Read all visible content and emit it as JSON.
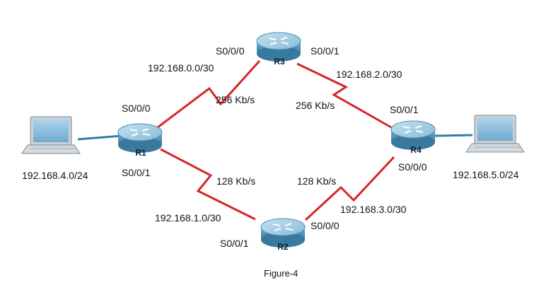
{
  "colors": {
    "wan_link": "#d6262b",
    "lan_link": "#2f7fa6",
    "router_body": "#5d9cc0",
    "router_top": "#9fcbe2",
    "laptop_screen": "#7fb6da"
  },
  "routers": {
    "r1": {
      "name": "R1"
    },
    "r2": {
      "name": "R2"
    },
    "r3": {
      "name": "R3"
    },
    "r4": {
      "name": "R4"
    }
  },
  "interfaces": {
    "r3_s000": "S0/0/0",
    "r3_s001": "S0/0/1",
    "r1_s000": "S0/0/0",
    "r1_s001": "S0/0/1",
    "r4_s001": "S0/0/1",
    "r4_s000": "S0/0/0",
    "r2_s001": "S0/0/1",
    "r2_s000": "S0/0/0"
  },
  "networks": {
    "r1_r3": "192.168.0.0/30",
    "r3_r4": "192.168.2.0/30",
    "r1_r2": "192.168.1.0/30",
    "r2_r4": "192.168.3.0/30",
    "lan_r1": "192.168.4.0/24",
    "lan_r4": "192.168.5.0/24"
  },
  "bandwidth": {
    "r1_r3": "256 Kb/s",
    "r3_r4": "256 Kb/s",
    "r1_r2": "128 Kb/s",
    "r2_r4": "128 Kb/s"
  },
  "caption": "Figure-4"
}
